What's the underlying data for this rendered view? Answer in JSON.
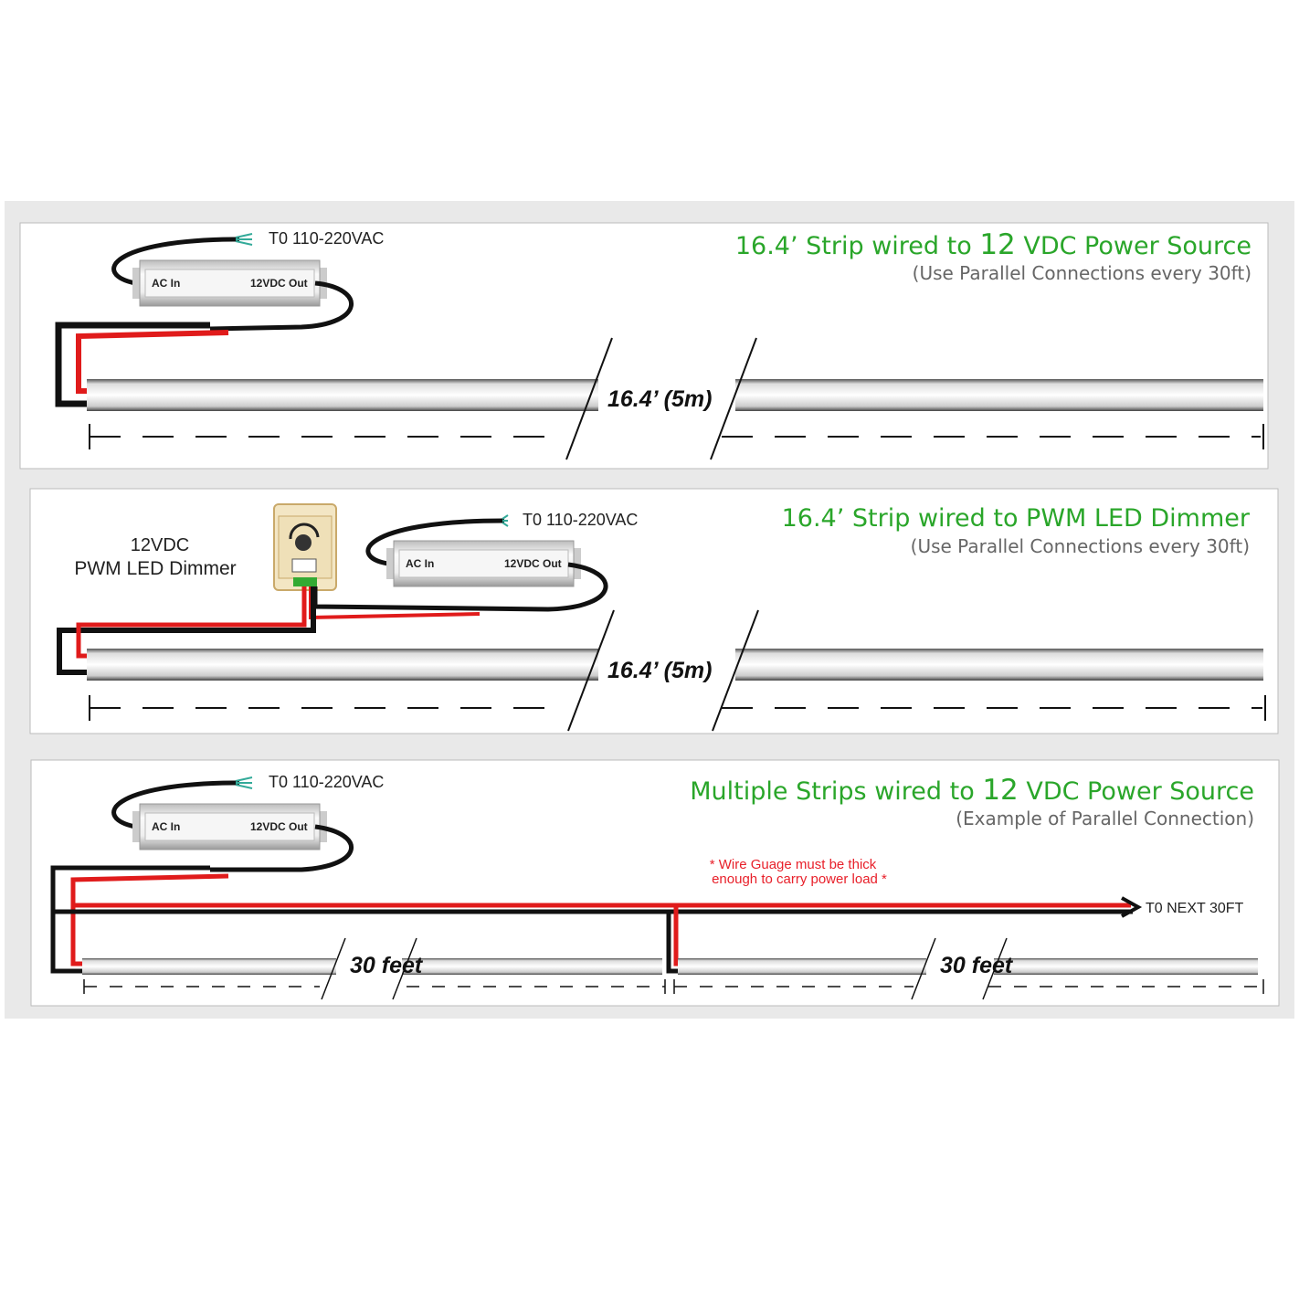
{
  "panels": [
    {
      "title_a": "16.4’ Strip wired to ",
      "title_b": "12",
      "title_c": " VDC Power Source",
      "subtitle": "(Use Parallel Connections every 30ft)",
      "ac_label": "T0 110-220VAC",
      "psu_in": "AC In",
      "psu_out": "12VDC Out",
      "length": "16.4’ (5m)"
    },
    {
      "title": "16.4’ Strip wired to PWM LED Dimmer",
      "subtitle": "(Use Parallel Connections every 30ft)",
      "ac_label": "T0 110-220VAC",
      "psu_in": "AC In",
      "psu_out": "12VDC Out",
      "dimmer_label_1": "12VDC",
      "dimmer_label_2": "PWM LED Dimmer",
      "length": "16.4’ (5m)"
    },
    {
      "title_a": "Multiple Strips wired to ",
      "title_b": "12",
      "title_c": " VDC Power Source",
      "subtitle": "(Example of Parallel Connection)",
      "ac_label": "T0 110-220VAC",
      "psu_in": "AC In",
      "psu_out": "12VDC Out",
      "note_1": "* Wire Guage must be thick",
      "note_2": "enough to carry power load *",
      "next_label": "T0 NEXT 30FT",
      "segment_length_1": "30 feet",
      "segment_length_2": "30 feet"
    }
  ],
  "colors": {
    "title": "#2aa62a",
    "wire_red": "#e01b1b",
    "wire_black": "#111111",
    "note": "#e8202a"
  }
}
